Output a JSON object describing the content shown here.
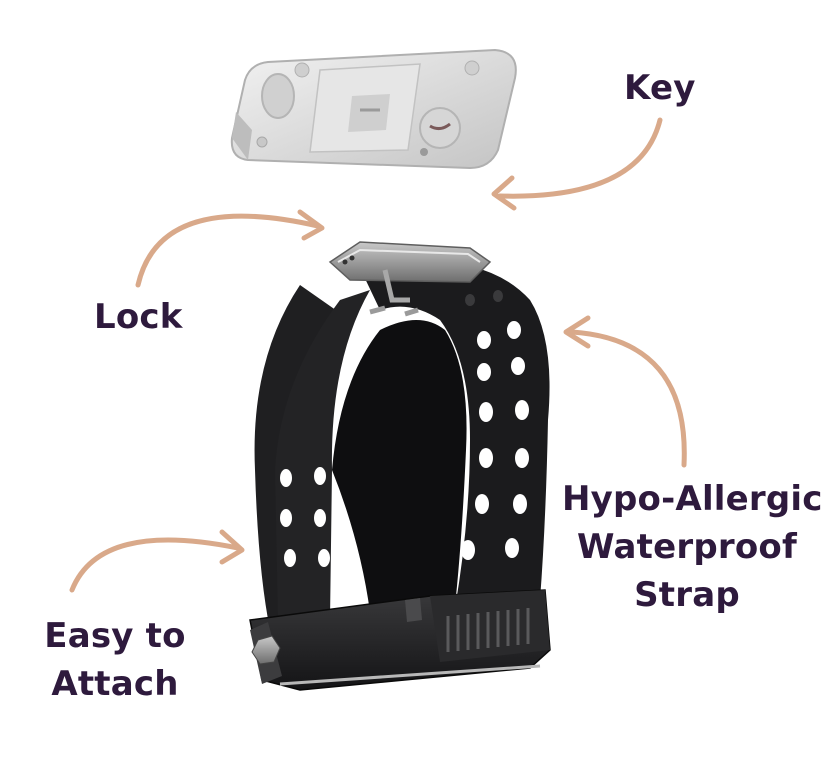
{
  "labels": {
    "key": "Key",
    "lock": "Lock",
    "strap_line1": "Hypo-Allergic",
    "strap_line2": "Waterproof",
    "strap_line3": "Strap",
    "attach_line1": "Easy to",
    "attach_line2": "Attach"
  },
  "colors": {
    "label_text": "#2e1a3d",
    "arrow": "#d9a98a",
    "strap": "#1b1b1d",
    "key_body": "#dcdcdc",
    "metal": "#8e8e8e"
  }
}
